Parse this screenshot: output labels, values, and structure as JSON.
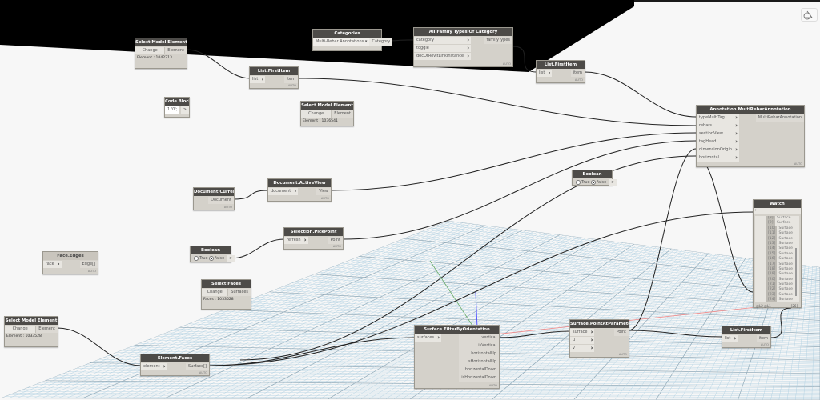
{
  "canvas": {
    "background": "#f7f7f7",
    "grid_color": "#a9cde0",
    "header_color": "#4d4b48",
    "node_body_color": "#d4d1ca"
  },
  "view_toggle": {
    "icon": "geometry-view-icon"
  },
  "nodes": [
    {
      "id": "sme1",
      "title": "Select Model Element",
      "button": "Change",
      "outputs": [
        "Element"
      ],
      "info": "Element : 1042213"
    },
    {
      "id": "cat",
      "title": "Categories",
      "dropdown": "Multi-Rebar Annotations",
      "outputs": [
        "Category"
      ]
    },
    {
      "id": "aft",
      "title": "All Family Types Of Category",
      "inputs": [
        "category",
        "toggle",
        "docOrRevitLinkInstance"
      ],
      "outputs": [
        "familyTypes"
      ],
      "lacing": "AUTO"
    },
    {
      "id": "lf1",
      "title": "List.FirstItem",
      "inputs": [
        "list"
      ],
      "outputs": [
        "item"
      ],
      "lacing": "AUTO"
    },
    {
      "id": "lf2",
      "title": "List.FirstItem",
      "inputs": [
        "list"
      ],
      "outputs": [
        "item"
      ],
      "lacing": "AUTO"
    },
    {
      "id": "cb",
      "title": "Code Block",
      "code": "1 '0';",
      "outputs": [
        ">"
      ]
    },
    {
      "id": "sme2",
      "title": "Select Model Element",
      "button": "Change",
      "outputs": [
        "Element"
      ],
      "info": "Element : 1036541"
    },
    {
      "id": "mra",
      "title": "Annotation.MultiRebarAnnotation",
      "inputs": [
        "typeMultiTag",
        "rebars",
        "sectionView",
        "tagHead",
        "dimensionOrigin",
        "horizontal"
      ],
      "outputs": [
        "MultiRebarAnnotation"
      ],
      "lacing": "AUTO"
    },
    {
      "id": "bool1",
      "title": "Boolean",
      "bool_true": "True",
      "bool_false": "False",
      "value": false,
      "outputs": [
        ">"
      ]
    },
    {
      "id": "dc",
      "title": "Document.Current",
      "outputs": [
        "Document"
      ],
      "lacing": "AUTO"
    },
    {
      "id": "dav",
      "title": "Document.ActiveView",
      "inputs": [
        "document"
      ],
      "outputs": [
        "View"
      ],
      "lacing": "AUTO"
    },
    {
      "id": "pp",
      "title": "Selection.PickPoint",
      "inputs": [
        "refresh"
      ],
      "outputs": [
        "Point"
      ],
      "lacing": "AUTO"
    },
    {
      "id": "bool2",
      "title": "Boolean",
      "bool_true": "True",
      "bool_false": "False",
      "value": false,
      "outputs": [
        ">"
      ]
    },
    {
      "id": "fe",
      "title": "Face.Edges",
      "inputs": [
        "face"
      ],
      "outputs": [
        "Edge[]"
      ],
      "lacing": "AUTO",
      "inactive": true
    },
    {
      "id": "sf",
      "title": "Select Faces",
      "button": "Change",
      "outputs": [
        "Surfaces"
      ],
      "info": "Faces : 1033528"
    },
    {
      "id": "sme3",
      "title": "Select Model Element",
      "button": "Change",
      "outputs": [
        "Element"
      ],
      "info": "Element : 1033528"
    },
    {
      "id": "ef",
      "title": "Element.Faces",
      "inputs": [
        "element"
      ],
      "outputs": [
        "Surface[]"
      ],
      "lacing": "AUTO"
    },
    {
      "id": "fbo",
      "title": "Surface.FilterByOrientation",
      "inputs": [
        "surfaces"
      ],
      "outputs": [
        "vertical",
        "isVertical",
        "horizontalUp",
        "isHorizontalUp",
        "horizontalDown",
        "isHorizontalDown"
      ],
      "lacing": "AUTO"
    },
    {
      "id": "pap",
      "title": "Surface.PointAtParameter",
      "inputs": [
        "surface",
        "u",
        "v"
      ],
      "outputs": [
        "Point"
      ],
      "lacing": "AUTO"
    },
    {
      "id": "lf3",
      "title": "List.FirstItem",
      "inputs": [
        "list"
      ],
      "outputs": [
        "item"
      ],
      "lacing": "AUTO"
    }
  ],
  "watch": {
    "title": "Watch",
    "items": [
      {
        "index": "[8]",
        "value": "Surface"
      },
      {
        "index": "[9]",
        "value": "Surface"
      },
      {
        "index": "[10]",
        "value": "Surface"
      },
      {
        "index": "[11]",
        "value": "Surface"
      },
      {
        "index": "[12]",
        "value": "Surface"
      },
      {
        "index": "[13]",
        "value": "Surface"
      },
      {
        "index": "[14]",
        "value": "Surface"
      },
      {
        "index": "[15]",
        "value": "Surface"
      },
      {
        "index": "[16]",
        "value": "Surface"
      },
      {
        "index": "[17]",
        "value": "Surface"
      },
      {
        "index": "[18]",
        "value": "Surface"
      },
      {
        "index": "[19]",
        "value": "Surface"
      },
      {
        "index": "[20]",
        "value": "Surface"
      },
      {
        "index": "[21]",
        "value": "Surface"
      },
      {
        "index": "[22]",
        "value": "Surface"
      },
      {
        "index": "[23]",
        "value": "Surface"
      },
      {
        "index": "[24]",
        "value": "Surface"
      },
      {
        "index": "[25]",
        "value": "Surface"
      }
    ],
    "levels": "@L2 @L1",
    "count": "{26}"
  }
}
